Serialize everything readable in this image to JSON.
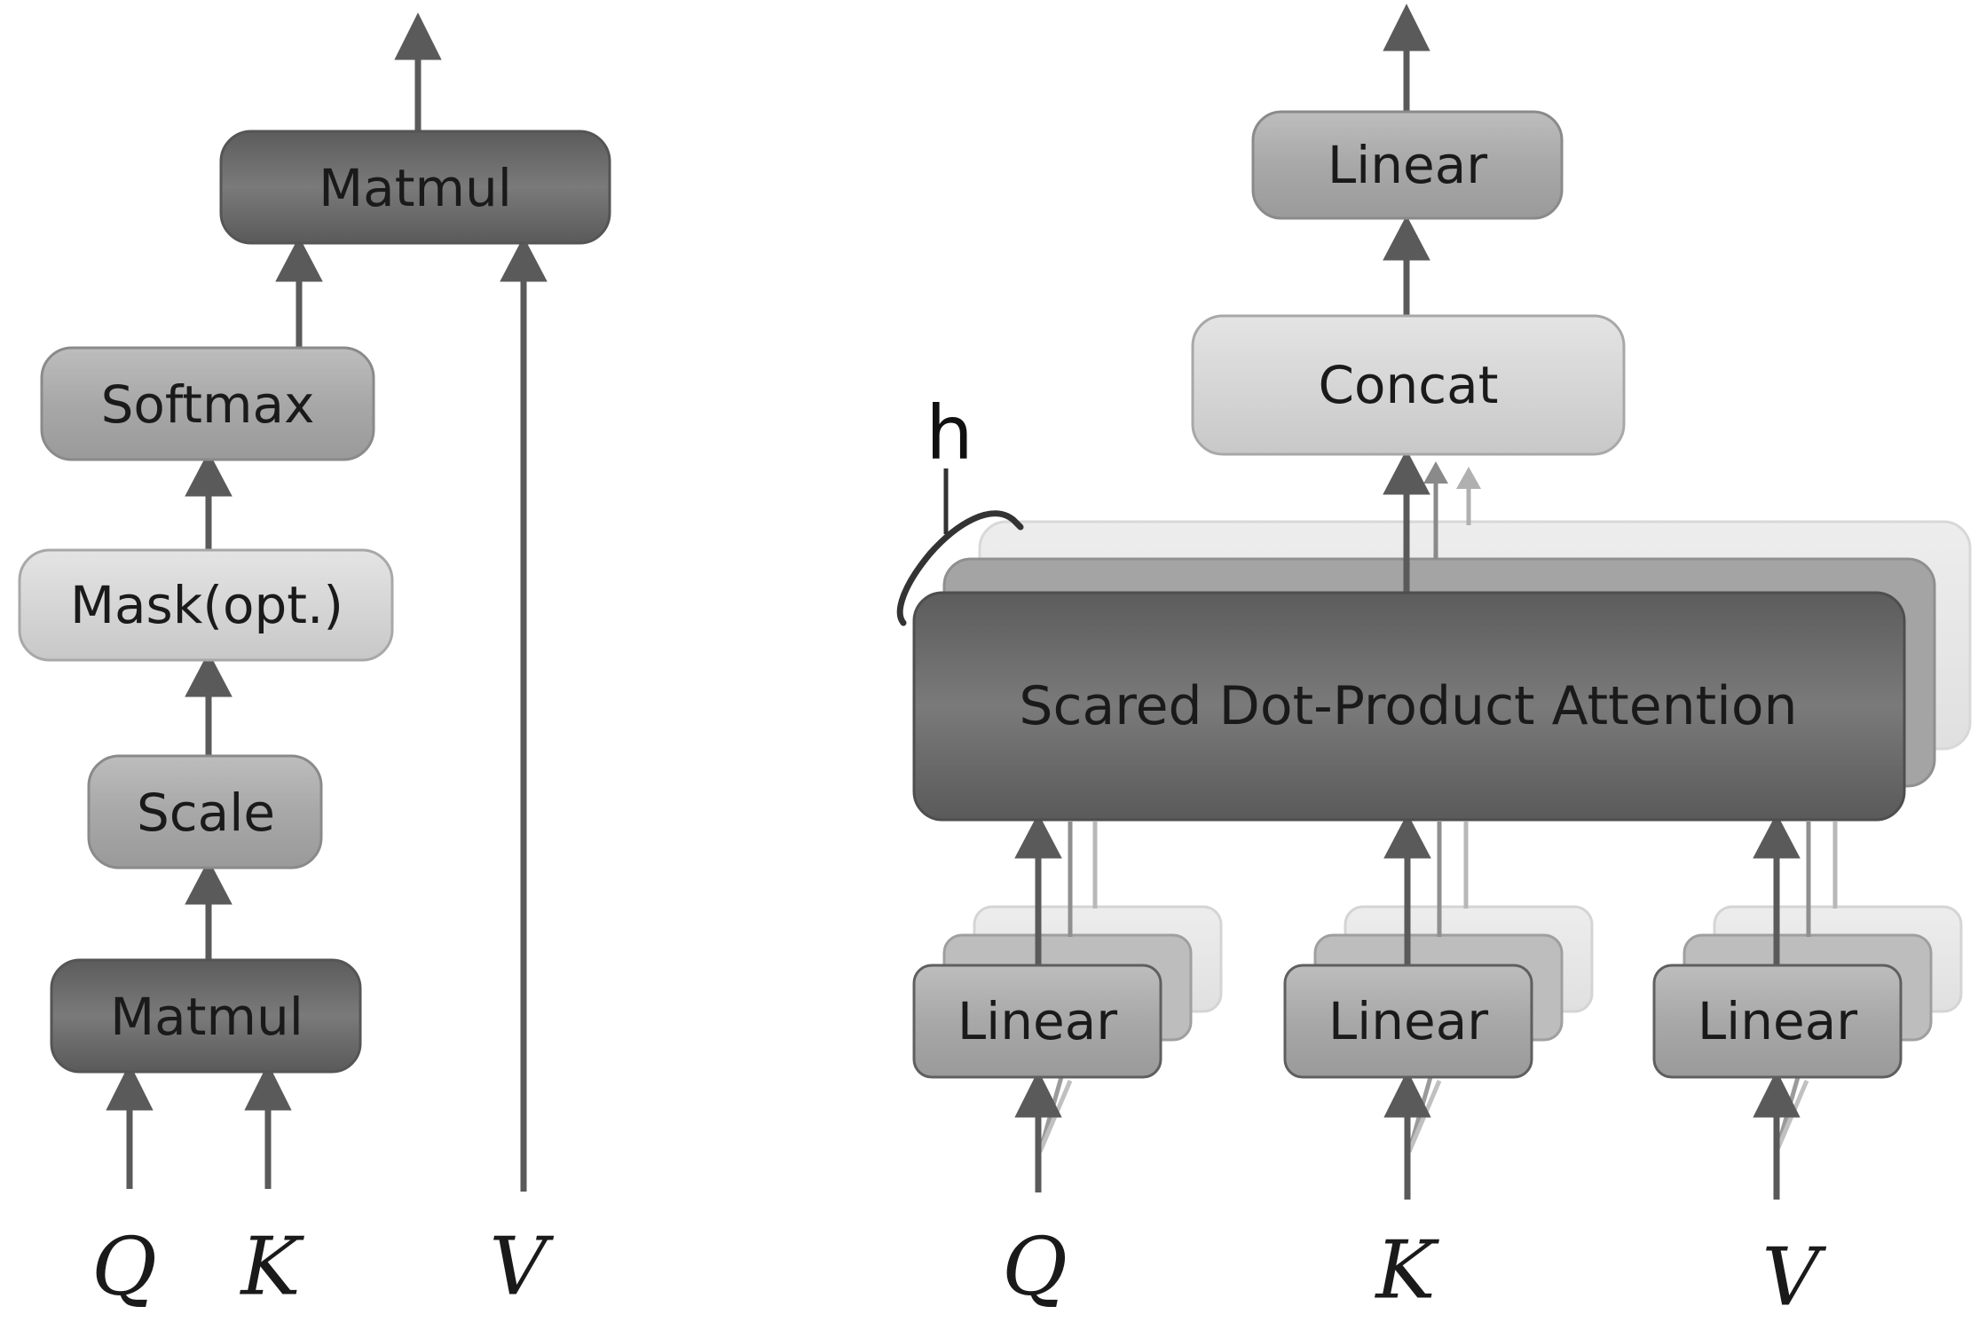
{
  "left": {
    "matmul_top": "Matmul",
    "softmax": "Softmax",
    "mask": "Mask(opt.)",
    "scale": "Scale",
    "matmul_bottom": "Matmul",
    "inputs": {
      "q": "Q",
      "k": "K",
      "v": "V"
    }
  },
  "right": {
    "linear_top": "Linear",
    "concat": "Concat",
    "heads_label": "h",
    "attention": "Scared Dot-Product Attention",
    "linear_q": "Linear",
    "linear_k": "Linear",
    "linear_v": "Linear",
    "inputs": {
      "q": "Q",
      "k": "K",
      "v": "V"
    }
  },
  "colors": {
    "arrow": "#5a5a5a",
    "dark_box": "#6e6e6e",
    "mid_box": "#a6a6a6",
    "light_box": "#d4d4d4"
  }
}
